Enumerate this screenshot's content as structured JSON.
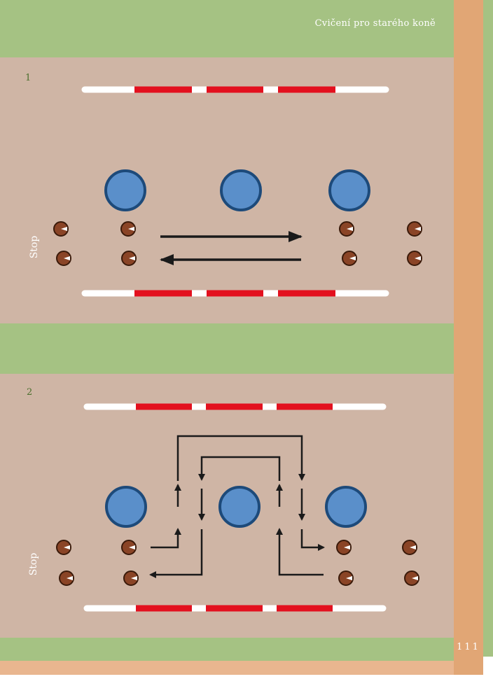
{
  "header": {
    "title": "Cvičení pro starého koně"
  },
  "footer": {
    "page_number": "111"
  },
  "colors": {
    "green": "#a5c283",
    "sand": "#cfb5a5",
    "side_strip": "#e1a675",
    "pole_red": "#e3101e",
    "pole_white": "#ffffff",
    "barrel_fill": "#5a8fca",
    "barrel_stroke": "#1d4a7a",
    "cone_fill": "#8a4426",
    "arrow": "#1a1a1a"
  },
  "diagrams": [
    {
      "number": "1",
      "side_label": "Stop",
      "route": "straight-out-and-back"
    },
    {
      "number": "2",
      "side_label": "Stop",
      "route": "weave-around-middle-barrel"
    }
  ]
}
